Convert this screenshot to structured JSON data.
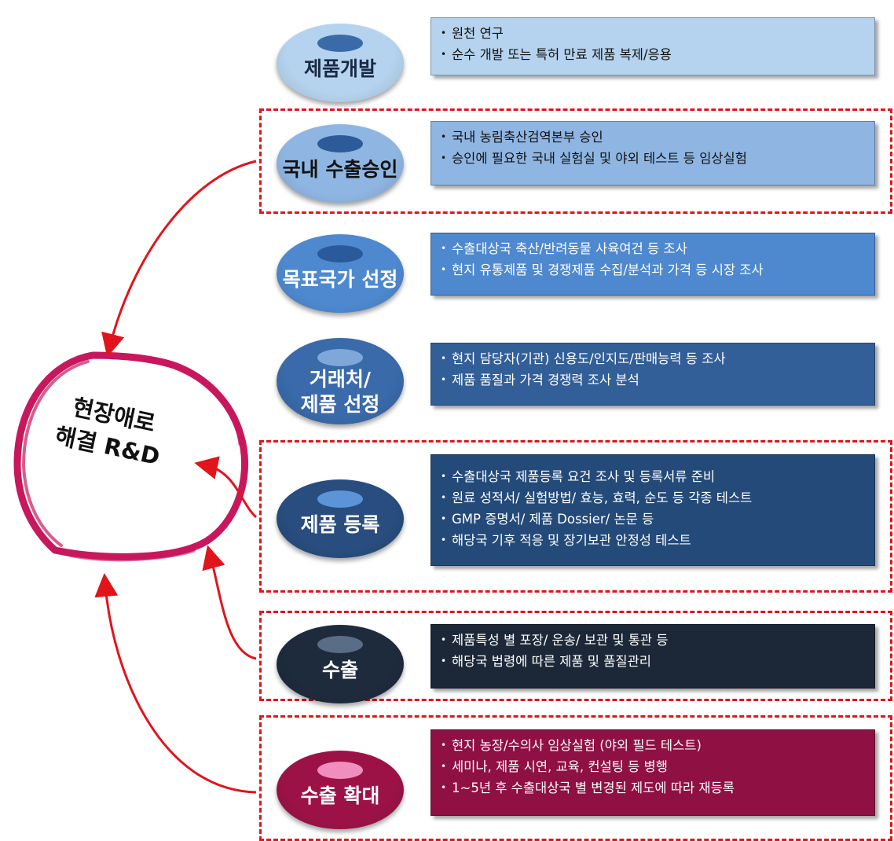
{
  "center": {
    "label": "현장애로\n해결 R&D",
    "color": "#c8175d"
  },
  "stages": [
    {
      "label": "제품개발",
      "disc_color": "#b5d3ee",
      "cap_color": "#3a6aa8",
      "text_color": "#1a2a44",
      "box_color": "#b5d3ee",
      "box_text_color": "#111111",
      "items": [
        "원천 연구",
        "순수 개발 또는 특허 만료 제품 복제/응용"
      ]
    },
    {
      "label": "국내 수출승인",
      "disc_color": "#8fb6e2",
      "cap_color": "#2d5a98",
      "text_color": "#111111",
      "box_color": "#8fb6e2",
      "box_text_color": "#111111",
      "items": [
        "국내 농림축산검역본부 승인",
        "승인에 필요한 국내 실험실 및 야외 테스트 등 임상실험"
      ]
    },
    {
      "label": "목표국가 선정",
      "disc_color": "#4e89cf",
      "cap_color": "#2a5a9a",
      "text_color": "#ffffff",
      "box_color": "#4e89cf",
      "box_text_color": "#ffffff",
      "items": [
        "수출대상국 축산/반려동물 사육여건 등 조사",
        "현지 유통제품 및 경쟁제품 수집/분석과 가격 등 시장 조사"
      ]
    },
    {
      "label": "거래처/\n제품 선정",
      "disc_color": "#3a6aaa",
      "cap_color": "#7fa7d8",
      "text_color": "#ffffff",
      "box_color": "#335f98",
      "box_text_color": "#ffffff",
      "items": [
        "현지 담당자(기관) 신용도/인지도/판매능력 등 조사",
        "제품 품질과 가격 경쟁력 조사 분석"
      ]
    },
    {
      "label": "제품 등록",
      "disc_color": "#284d7e",
      "cap_color": "#5b95d8",
      "text_color": "#ffffff",
      "box_color": "#234a79",
      "box_text_color": "#ffffff",
      "items": [
        "수출대상국 제품등록 요건 조사 및 등록서류 준비",
        "원료 성적서/ 실험방법/ 효능, 효력, 순도 등 각종 테스트",
        "GMP 증명서/ 제품 Dossier/  논문 등",
        "해당국 기후 적응 및 장기보관 안정성 테스트"
      ]
    },
    {
      "label": "수출",
      "disc_color": "#1e2b3d",
      "cap_color": "#5a6d86",
      "text_color": "#ffffff",
      "box_color": "#1c2838",
      "box_text_color": "#ffffff",
      "items": [
        "제품특성 별 포장/ 운송/ 보관 및 통관 등",
        "해당국 법령에 따른 제품 및 품질관리"
      ]
    },
    {
      "label": "수출 확대",
      "disc_color": "#9c1247",
      "cap_color": "#f08fbf",
      "text_color": "#ffffff",
      "box_color": "#8f1043",
      "box_text_color": "#ffffff",
      "items": [
        "현지 농장/수의사 임상실험 (야외 필드 테스트)",
        "세미나, 제품 시연, 교육, 컨설팅 등 병행",
        "1~5년 후 수출대상국 별 변경된 제도에 따라 재등록"
      ]
    }
  ],
  "colors": {
    "arrow": "#e2141b",
    "dash": "#e2141b"
  }
}
